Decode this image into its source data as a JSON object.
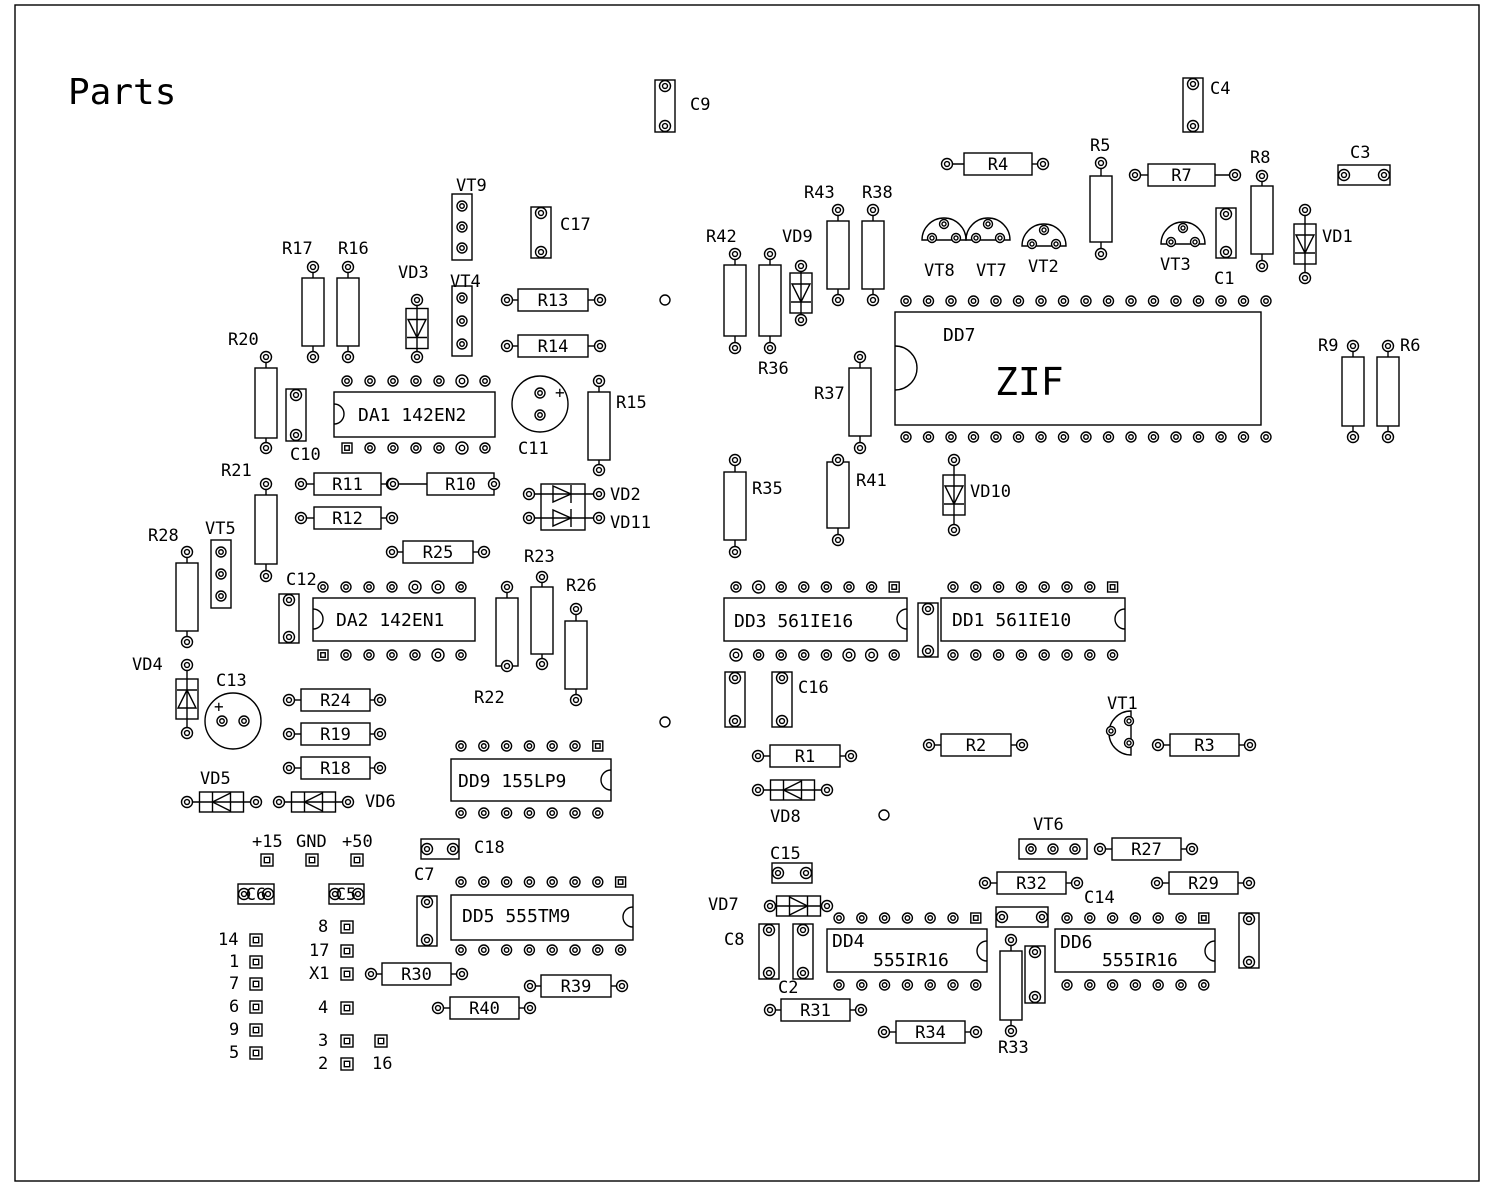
{
  "title": "Parts",
  "colors": {
    "ink": "#000000",
    "paper": "#ffffff"
  },
  "labels": {
    "R1": "R1",
    "R2": "R2",
    "R3": "R3",
    "R4": "R4",
    "R5": "R5",
    "R6": "R6",
    "R7": "R7",
    "R8": "R8",
    "R9": "R9",
    "R10": "R10",
    "R11": "R11",
    "R12": "R12",
    "R13": "R13",
    "R14": "R14",
    "R15": "R15",
    "R16": "R16",
    "R17": "R17",
    "R18": "R18",
    "R19": "R19",
    "R20": "R20",
    "R21": "R21",
    "R22": "R22",
    "R23": "R23",
    "R24": "R24",
    "R25": "R25",
    "R26": "R26",
    "R27": "R27",
    "R28": "R28",
    "R29": "R29",
    "R30": "R30",
    "R31": "R31",
    "R32": "R32",
    "R33": "R33",
    "R34": "R34",
    "R35": "R35",
    "R36": "R36",
    "R37": "R37",
    "R38": "R38",
    "R39": "R39",
    "R40": "R40",
    "R41": "R41",
    "R42": "R42",
    "R43": "R43",
    "C1": "C1",
    "C2": "C2",
    "C3": "C3",
    "C4": "C4",
    "C5": "C5",
    "C6": "C6",
    "C7": "C7",
    "C8": "C8",
    "C9": "C9",
    "C10": "C10",
    "C11": "C11",
    "C12": "C12",
    "C13": "C13",
    "C14": "C14",
    "C15": "C15",
    "C16": "C16",
    "C17": "C17",
    "C18": "C18",
    "VD1": "VD1",
    "VD2": "VD2",
    "VD3": "VD3",
    "VD4": "VD4",
    "VD5": "VD5",
    "VD6": "VD6",
    "VD7": "VD7",
    "VD8": "VD8",
    "VD9": "VD9",
    "VD10": "VD10",
    "VD11": "VD11",
    "VT1": "VT1",
    "VT2": "VT2",
    "VT3": "VT3",
    "VT4": "VT4",
    "VT5": "VT5",
    "VT6": "VT6",
    "VT7": "VT7",
    "VT8": "VT8",
    "VT9": "VT9",
    "DA1": "DA1 142EN2",
    "DA2": "DA2 142EN1",
    "DD1": "DD1 561IE10",
    "DD3": "DD3 561IE16",
    "DD4a": "DD4",
    "DD4b": "555IR16",
    "DD5": "DD5 555TM9",
    "DD6a": "DD6",
    "DD6b": "555IR16",
    "DD7": "DD7",
    "ZIF": "ZIF",
    "DD9": "DD9 155LP9",
    "P15": "+15",
    "GND": "GND",
    "P50": "+50",
    "N14": "14",
    "N1": "1",
    "N7": "7",
    "N6": "6",
    "N9": "9",
    "N5": "5",
    "N8": "8",
    "N17": "17",
    "X1": "X1",
    "N4": "4",
    "N3": "3",
    "N2": "2",
    "N16": "16"
  }
}
